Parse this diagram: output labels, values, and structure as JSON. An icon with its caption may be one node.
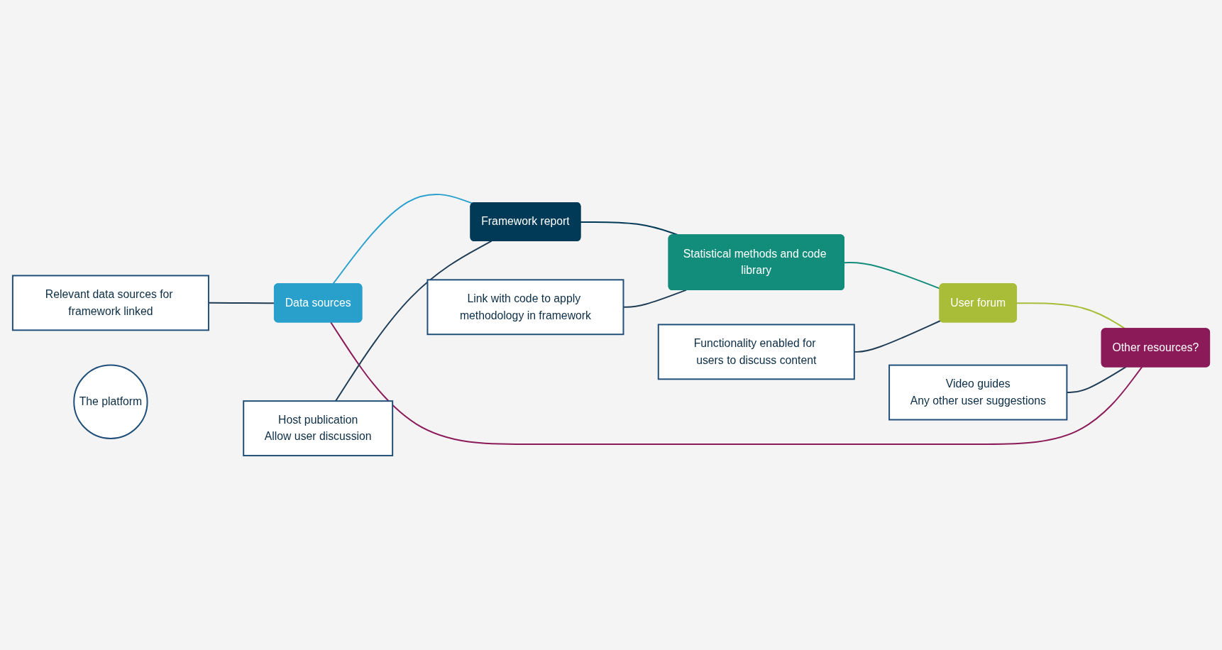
{
  "diagram": {
    "nodes": [
      {
        "text": [
          "Relevant data sources for framework linked"
        ]
      },
      {
        "text": [
          "Data sources"
        ]
      },
      {
        "text": [
          "Host publication",
          "Allow user discussion"
        ]
      },
      {
        "text": [
          "Video guides",
          "Any other user suggestions"
        ]
      },
      {
        "text": [
          "Other resources?"
        ]
      },
      {
        "text": [
          "Framework report"
        ]
      },
      {
        "text": [
          "The platform"
        ]
      },
      {
        "text": [
          "Functionality enabled for users to discuss content"
        ]
      },
      {
        "text": [
          "User forum"
        ]
      },
      {
        "text": [
          "Statistical methods and code library"
        ]
      },
      {
        "text": [
          "Link with code to apply methodology in framework"
        ]
      }
    ],
    "edges": [
      {
        "from": 1,
        "to": 5,
        "arrow": "none",
        "color": "#29a0cc"
      },
      {
        "from": 5,
        "to": 9,
        "arrow": "none",
        "color": "#003a57"
      },
      {
        "from": 9,
        "to": 8,
        "arrow": "none",
        "color": "#128c7b"
      },
      {
        "from": 8,
        "to": 4,
        "arrow": "none",
        "color": "#a9bd38"
      },
      {
        "from": 4,
        "to": 1,
        "arrow": "none",
        "color": "#8b1a58"
      },
      {
        "from": 0,
        "to": 1,
        "arrow": "none"
      },
      {
        "from": 2,
        "to": 5,
        "arrow": "none"
      },
      {
        "from": 3,
        "to": 4,
        "arrow": "none"
      },
      {
        "from": 7,
        "to": 8,
        "arrow": "none"
      },
      {
        "from": 10,
        "to": 9,
        "arrow": "none"
      }
    ]
  }
}
